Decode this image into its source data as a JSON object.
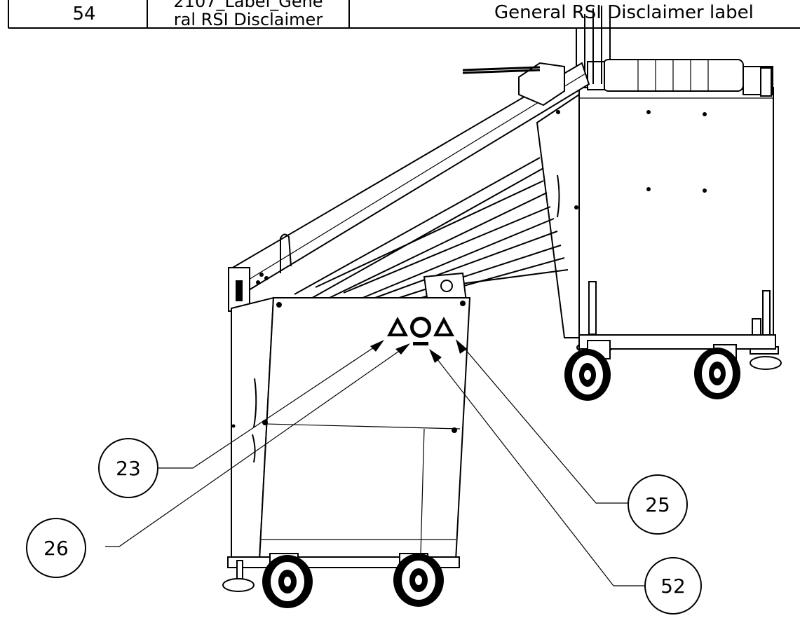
{
  "bom_row": {
    "item_no": "54",
    "part_no_line1": "2107_Label_Gene",
    "part_no_line2": "ral RSI Disclaimer",
    "description": "General RSI Disclaimer label"
  },
  "balloons": [
    {
      "id": "23",
      "label": "23"
    },
    {
      "id": "26",
      "label": "26"
    },
    {
      "id": "25",
      "label": "25"
    },
    {
      "id": "52",
      "label": "52"
    }
  ]
}
